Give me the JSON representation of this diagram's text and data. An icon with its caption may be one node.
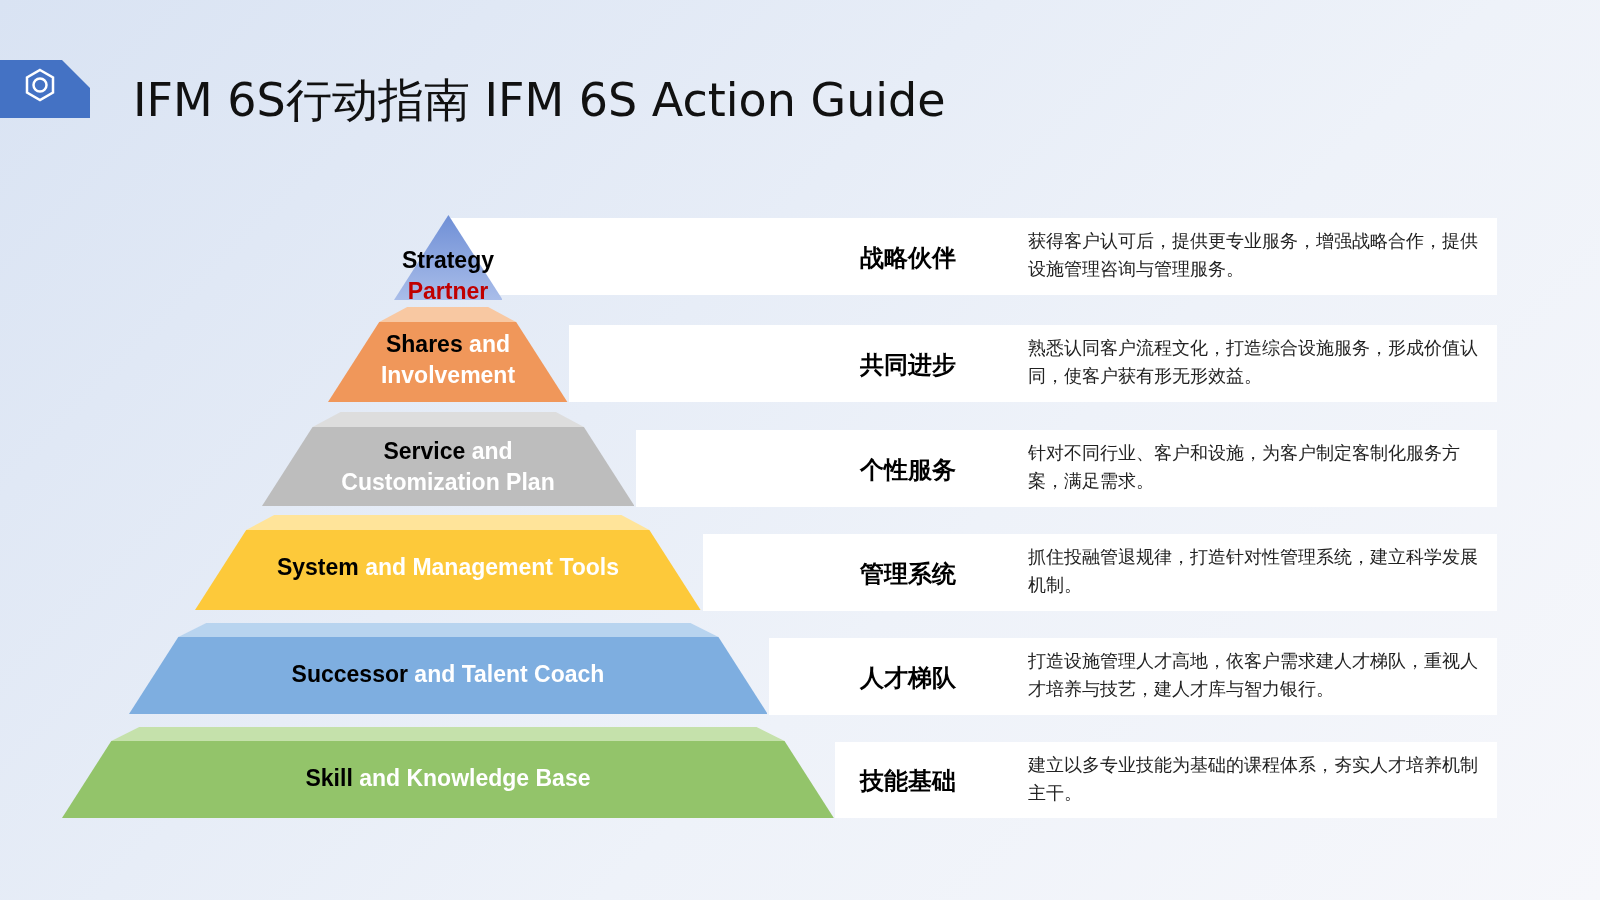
{
  "diagram": {
    "title": "IFM 6S行动指南 IFM 6S Action Guide",
    "nodes": [
      {
        "text": [
          "Strategy Partner"
        ]
      },
      {
        "text": [
          "战略伙伴",
          "获得客户认可后，提供更专业服务，增强战略合作，提供设施管理咨询与管理服务。"
        ]
      },
      {
        "text": [
          "Shares and Involvement"
        ]
      },
      {
        "text": [
          "共同进步",
          "熟悉认同客户流程文化，打造综合设施服务，形成价值认同，使客户获有形无形效益。"
        ]
      },
      {
        "text": [
          "Service and Customization Plan"
        ]
      },
      {
        "text": [
          "个性服务",
          "针对不同行业、客户和设施，为客户制定客制化服务方案，满足需求。"
        ]
      },
      {
        "text": [
          "System and Management Tools"
        ]
      },
      {
        "text": [
          "管理系统",
          "抓住投融管退规律，打造针对性管理系统，建立科学发展机制。"
        ]
      },
      {
        "text": [
          "Successor and Talent Coach"
        ]
      },
      {
        "text": [
          "人才梯队",
          "打造设施管理人才高地，依客户需求建人才梯队，重视人才培养与技艺，建人才库与智力银行。"
        ]
      },
      {
        "text": [
          "Skill and Knowledge Base"
        ]
      },
      {
        "text": [
          "技能基础",
          "建立以多专业技能为基础的课程体系，夯实人才培养机制主干。"
        ]
      }
    ]
  }
}
